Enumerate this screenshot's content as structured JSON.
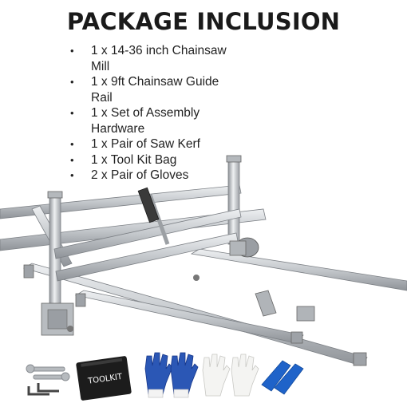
{
  "title": "PACKAGE INCLUSION",
  "items": [
    {
      "bullet": "•",
      "text": "1 x 14-36 inch Chainsaw Mill"
    },
    {
      "bullet": "•",
      "text": "1 x 9ft Chainsaw Guide Rail"
    },
    {
      "bullet": "•",
      "text": "1 x Set of Assembly Hardware"
    },
    {
      "bullet": "•",
      "text": "1 x Pair of Saw Kerf"
    },
    {
      "bullet": "•",
      "text": "1 x Tool Kit Bag"
    },
    {
      "bullet": "•",
      "text": "2 x Pair of Gloves"
    }
  ],
  "accessories": {
    "toolkit_label": "TOOLKIT"
  },
  "colors": {
    "steel": "#c9ccd0",
    "steel_dark": "#8d9196",
    "glove_blue": "#2b57b5",
    "kerf_blue": "#1f63c9",
    "bag": "#1c1c1c"
  }
}
